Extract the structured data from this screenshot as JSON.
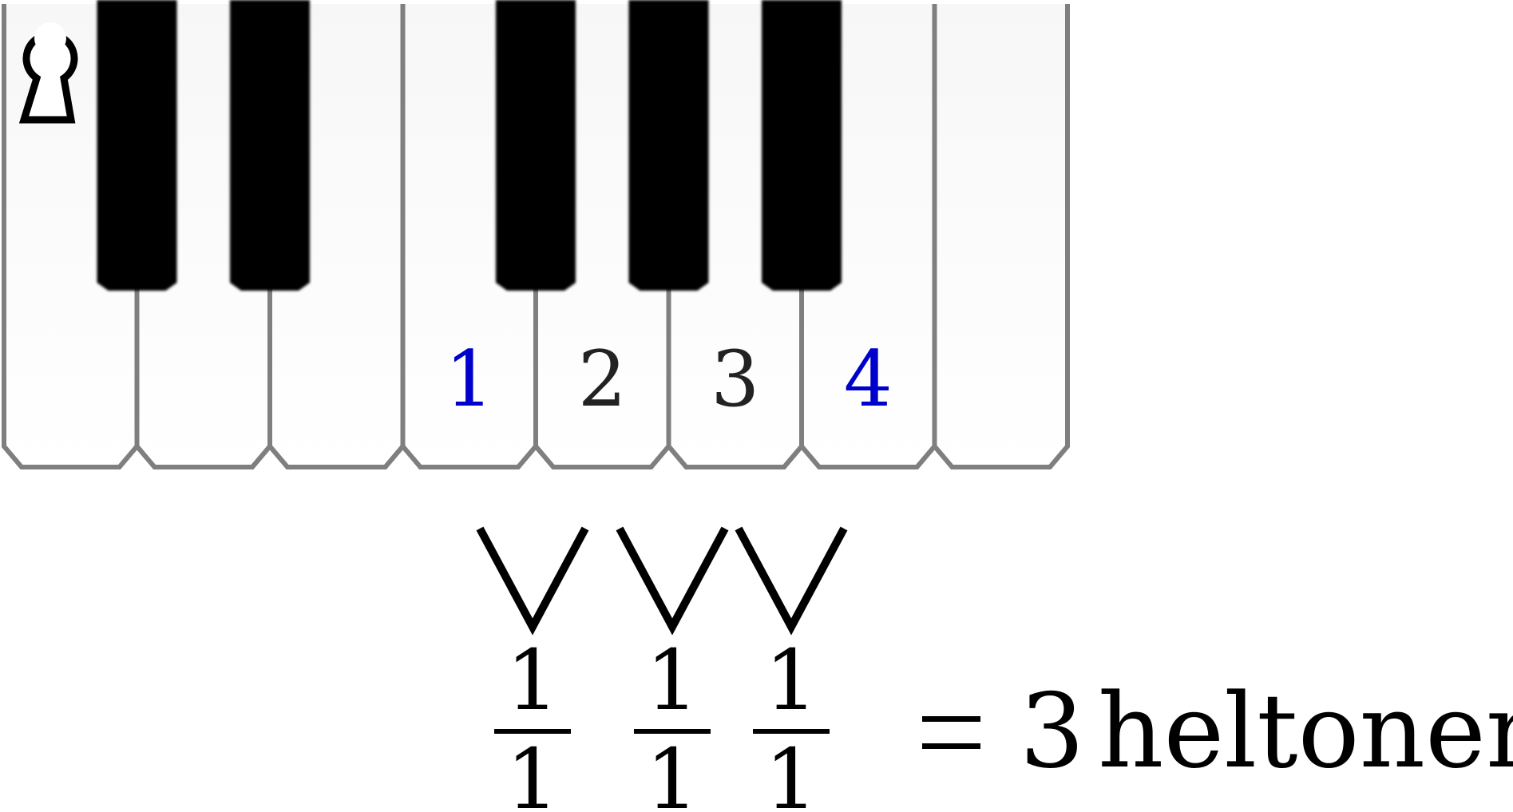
{
  "keyboard": {
    "white_key_count": 8,
    "black_keys_after_white": [
      0,
      1,
      3,
      4,
      5
    ],
    "marked_keys": [
      {
        "white_index": 3,
        "label": "1",
        "color": "#0000cc"
      },
      {
        "white_index": 4,
        "label": "2",
        "color": "#222222"
      },
      {
        "white_index": 5,
        "label": "3",
        "color": "#222222"
      },
      {
        "white_index": 6,
        "label": "4",
        "color": "#0000cc"
      }
    ],
    "keyhole_icon": "keyhole-icon",
    "colors": {
      "white_key_top": "#f7f7f7",
      "white_key_bottom": "#ffffff",
      "key_outline": "#7f7f7f",
      "black_key": "#000000"
    }
  },
  "steps": {
    "icon": "v-shape-icon",
    "fractions": [
      {
        "numerator": "1",
        "denominator": "1"
      },
      {
        "numerator": "1",
        "denominator": "1"
      },
      {
        "numerator": "1",
        "denominator": "1"
      }
    ]
  },
  "result": {
    "equals": "=",
    "value": "3",
    "unit": "heltoner"
  }
}
